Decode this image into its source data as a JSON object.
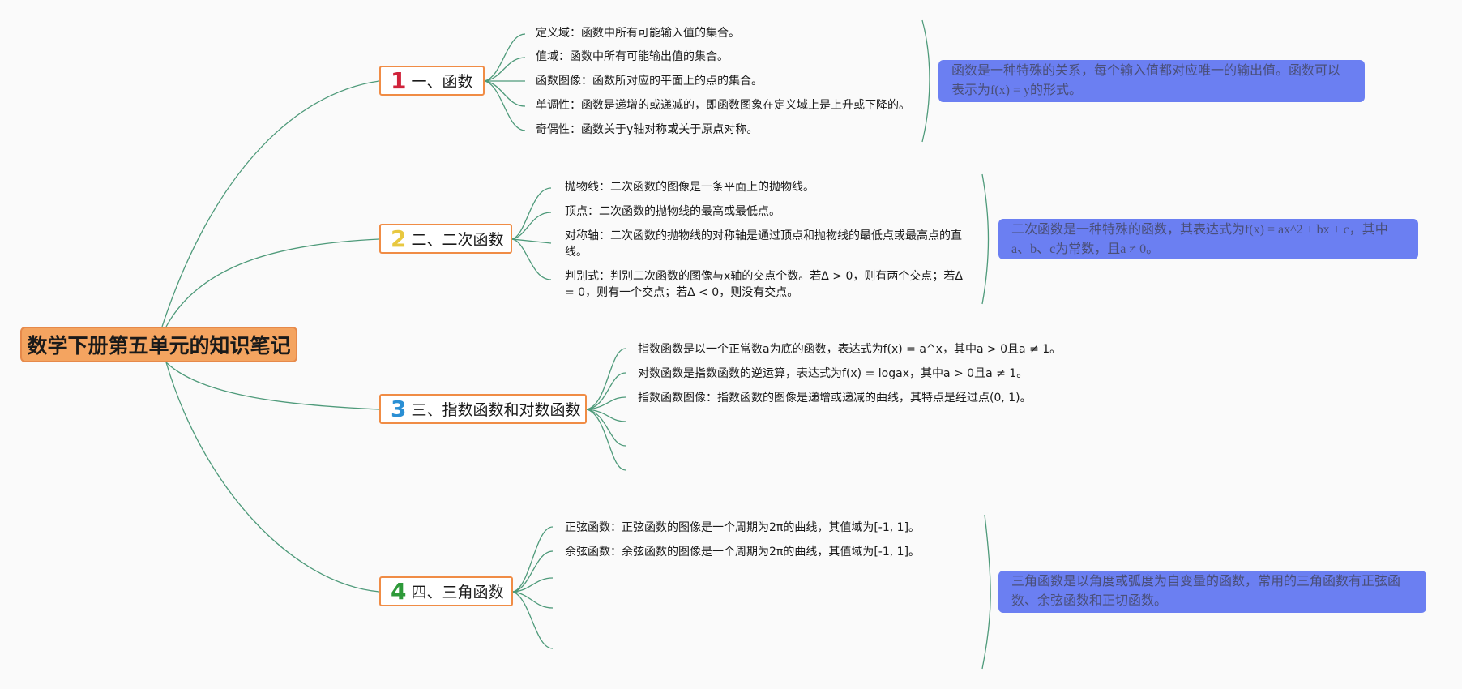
{
  "root": {
    "title": "数学下册第五单元的知识笔记"
  },
  "colors": {
    "root_fill": "#f4a460",
    "branch_border": "#f08c45",
    "line": "#4e9a7a",
    "summary_fill": "#6b7ff2",
    "summary_text": "#4a4f78"
  },
  "branches": [
    {
      "number": "1",
      "number_color": "#d0233b",
      "title": "一、函数",
      "leaves": [
        "定义域：函数中所有可能输入值的集合。",
        "值域：函数中所有可能输出值的集合。",
        "函数图像：函数所对应的平面上的点的集合。",
        "单调性：函数是递增的或递减的，即函数图象在定义域上是上升或下降的。",
        "奇偶性：函数关于y轴对称或关于原点对称。"
      ],
      "summary": "函数是一种特殊的关系，每个输入值都对应唯一的输出值。函数可以表示为f(x) = y的形式。"
    },
    {
      "number": "2",
      "number_color": "#e8c840",
      "title": "二、二次函数",
      "leaves": [
        "抛物线：二次函数的图像是一条平面上的抛物线。",
        "顶点：二次函数的抛物线的最高或最低点。",
        "对称轴：二次函数的抛物线的对称轴是通过顶点和抛物线的最低点或最高点的直线。",
        "判别式：判别二次函数的图像与x轴的交点个数。若Δ > 0，则有两个交点；若Δ = 0，则有一个交点；若Δ < 0，则没有交点。"
      ],
      "summary": "二次函数是一种特殊的函数，其表达式为f(x) = ax^2 + bx + c，其中a、b、c为常数，且a ≠ 0。"
    },
    {
      "number": "3",
      "number_color": "#2a8fd4",
      "title": "三、指数函数和对数函数",
      "leaves": [
        "指数函数是以一个正常数a为底的函数，表达式为f(x) = a^x，其中a > 0且a ≠ 1。",
        "对数函数是指数函数的逆运算，表达式为f(x) = logax，其中a > 0且a ≠ 1。",
        "指数函数图像：指数函数的图像是递增或递减的曲线，其特点是经过点(0, 1)。"
      ]
    },
    {
      "number": "4",
      "number_color": "#2e9a3a",
      "title": "四、三角函数",
      "leaves": [
        "正弦函数：正弦函数的图像是一个周期为2π的曲线，其值域为[-1, 1]。",
        "余弦函数：余弦函数的图像是一个周期为2π的曲线，其值域为[-1, 1]。"
      ],
      "summary": "三角函数是以角度或弧度为自变量的函数，常用的三角函数有正弦函数、余弦函数和正切函数。"
    }
  ]
}
